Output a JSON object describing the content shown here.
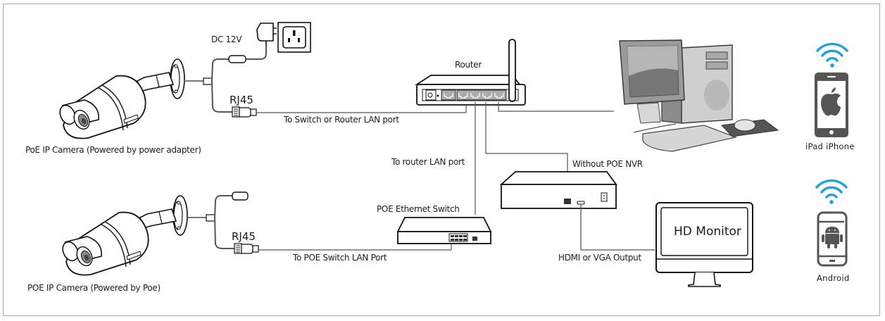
{
  "diagram": {
    "title": "PoE IP Camera network connection diagram",
    "labels": {
      "dc_power": "DC 12V",
      "rj45_top": "RJ45",
      "rj45_bottom": "RJ45",
      "camera_top": "PoE IP Camera (Powered by power adapter)",
      "camera_bottom": "POE IP Camera (Powered by Poe)",
      "to_switch_or_router": "To Switch or Router LAN port",
      "router": "Router",
      "to_router_lan": "To router LAN port",
      "poe_switch": "POE Ethernet Switch",
      "to_poe_switch": "To POE Switch LAN Port",
      "nvr": "Without POE NVR",
      "hdmi_vga": "HDMI or VGA Output",
      "monitor_screen": "HD Monitor",
      "ios_devices": "iPad  iPhone",
      "android_devices": "Android"
    },
    "nodes": [
      {
        "id": "camera-adapter",
        "label": "PoE IP Camera (Powered by power adapter)",
        "icon": "bullet-camera-icon"
      },
      {
        "id": "camera-poe",
        "label": "POE IP Camera (Powered by Poe)",
        "icon": "bullet-camera-icon"
      },
      {
        "id": "power-adapter",
        "label": "DC 12V",
        "icon": "power-adapter-icon"
      },
      {
        "id": "wall-outlet",
        "label": "",
        "icon": "wall-outlet-icon"
      },
      {
        "id": "router",
        "label": "Router",
        "icon": "router-icon"
      },
      {
        "id": "poe-switch",
        "label": "POE Ethernet Switch",
        "icon": "switch-icon"
      },
      {
        "id": "nvr",
        "label": "Without POE NVR",
        "icon": "nvr-icon"
      },
      {
        "id": "monitor",
        "label": "HD Monitor",
        "icon": "monitor-icon"
      },
      {
        "id": "pc",
        "label": "",
        "icon": "desktop-computer-icon"
      },
      {
        "id": "ios",
        "label": "iPad  iPhone",
        "icon": "iphone-icon"
      },
      {
        "id": "android",
        "label": "Android",
        "icon": "android-phone-icon"
      }
    ],
    "edges": [
      {
        "from": "power-adapter",
        "to": "camera-adapter",
        "label": "DC 12V"
      },
      {
        "from": "camera-adapter",
        "to": "router",
        "label": "To Switch or Router LAN port"
      },
      {
        "from": "camera-poe",
        "to": "poe-switch",
        "label": "To POE Switch LAN Port"
      },
      {
        "from": "poe-switch",
        "to": "router",
        "label": "To router LAN port"
      },
      {
        "from": "router",
        "to": "nvr",
        "label": ""
      },
      {
        "from": "router",
        "to": "pc",
        "label": ""
      },
      {
        "from": "nvr",
        "to": "monitor",
        "label": "HDMI or VGA Output"
      }
    ],
    "colors": {
      "line": "#4a4a4a",
      "device_gray": "#555555",
      "wifi_blue": "#1ea0dc",
      "frame": "#a8a8a8"
    }
  }
}
